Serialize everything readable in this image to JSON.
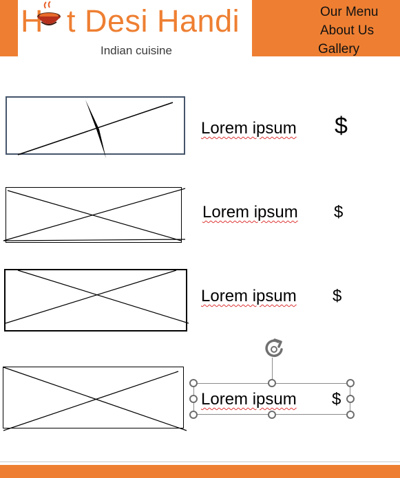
{
  "brand": {
    "name_part1": "H",
    "name_part2": "t Desi Handi",
    "tagline": "Indian cuisine",
    "accent_color": "#ee7f32",
    "logo_icon": "cooking-pot-icon"
  },
  "nav": {
    "items": [
      {
        "label": "Our Menu"
      },
      {
        "label": "About Us"
      },
      {
        "label": "Gallery"
      }
    ]
  },
  "menu_items": [
    {
      "title": "Lorem ipsum",
      "price": "$",
      "image_icon": "image-placeholder-icon"
    },
    {
      "title": "Lorem ipsum",
      "price": "$",
      "image_icon": "image-placeholder-icon"
    },
    {
      "title": "Lorem ipsum",
      "price": "$",
      "image_icon": "image-placeholder-icon"
    },
    {
      "title": "Lorem ipsum",
      "price": "$",
      "image_icon": "image-placeholder-icon"
    }
  ],
  "selection": {
    "rotate_icon": "rotate-handle-icon",
    "resize_icon": "resize-handle-icon"
  }
}
